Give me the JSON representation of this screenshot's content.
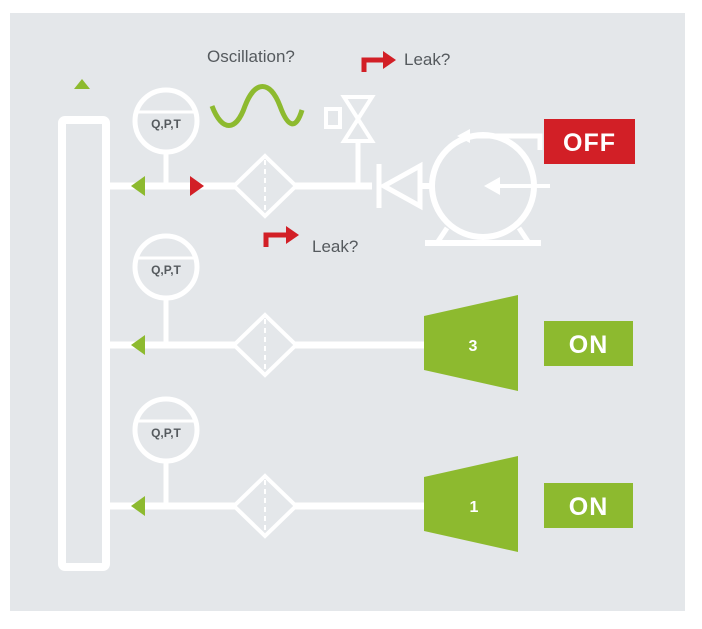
{
  "colors": {
    "background": "#e4e7ea",
    "pipe": "#ffffff",
    "accent_green": "#8dba2f",
    "alert_red": "#d21f26",
    "text": "#555a5e"
  },
  "labels": {
    "oscillation": "Oscillation?",
    "leak_top": "Leak?",
    "leak_middle": "Leak?"
  },
  "gauges": [
    {
      "label": "Q,P,T"
    },
    {
      "label": "Q,P,T"
    },
    {
      "label": "Q,P,T"
    }
  ],
  "compressors": [
    {
      "number": "3",
      "status": "ON",
      "status_color": "#8dba2f"
    },
    {
      "number": "1",
      "status": "ON",
      "status_color": "#8dba2f"
    }
  ],
  "pump": {
    "status": "OFF",
    "status_color": "#d21f26"
  }
}
